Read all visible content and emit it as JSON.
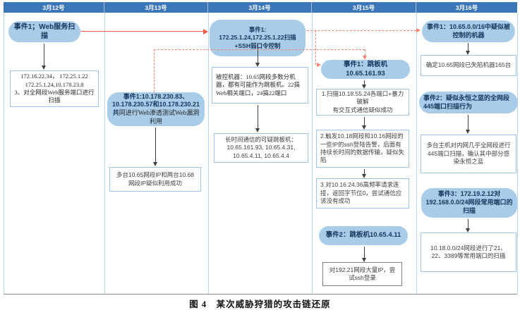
{
  "figure": {
    "caption": "图 4　某次威胁狩猎的攻击链还原"
  },
  "timeline": {
    "dates": [
      "3月12号",
      "3月13号",
      "3月14号",
      "3月15号",
      "3月16号"
    ]
  },
  "colors": {
    "header": "#3a76b8",
    "pill": "#a9cce9",
    "pill_text": "#16365c",
    "box_border": "#9dc3e6",
    "text": "#3f3f3f",
    "red": "#e8604c",
    "red_dash": "#f0826e",
    "black_arrow": "#404040",
    "gray_border": "#7f7f7f"
  },
  "cols": {
    "day12": {
      "event1": "事件1；Web服务扫描",
      "detail1": "172.16.22.34，  172.25.1.22\n172.25.1.24,10.178.23.8\n3、对全网段Web服务端口进行扫描"
    },
    "day13": {
      "event1_bold": "事件1:10.178.230.83、10.178.230.57和10.178.230.21共",
      "event1_rest": "同进行Web渗透测试Web漏洞利用",
      "detail1": "多台10.65网段IP和两台10.68网段IP疑似利用成功"
    },
    "day14": {
      "event1": "事件1:\n172.25.1.24,172.25.1.22扫描\n+SSH弱口令控制",
      "detail1": "被控机器：10.65网段多数分机器，都有可能作为跳板机。22搞Web相关端口，24搞22端口",
      "detail2": "长时间通信的可疑跳板机：10.65.161.93, 10.65.4.31, 10.65.4.11, 10.65.4.4"
    },
    "day15": {
      "event1": "事件1：跳板机10.65.161.93",
      "step1": "1.扫描10.18.55.24各端口+暴力破解\n有交互式通信疑似成功",
      "step2": "2.触发10.18网段和10.16网段的一些IP的ssh登陆告警，后面有持续长时间的数据传输，疑似失陷",
      "step3": "3.对10.16.24.36高频率请求连接，返回字节位0，尝试通信应该没有成功",
      "event2": "事件2：跳板机10.65.4.11",
      "detail2": "对192.21网段大量IP，尝试ssh登录"
    },
    "day16": {
      "event1": "事件1：10.65.0.0/16中疑似被控制的机器",
      "detail1": "确定10.65网段已失陷机器165台",
      "event2": "事件2：疑似永恒之蓝的全网段445端口扫描行为",
      "detail2": "多台主机对内网几乎全网段进行445端口扫描，确认其中部分感染永恒之蓝",
      "event3": "事件3：172.19.2.12对192.168.0.0/24网段常用端口的扫描",
      "detail3": "10.18.0.0/24网段进行了21、22、3389等常用端口的扫描"
    }
  }
}
